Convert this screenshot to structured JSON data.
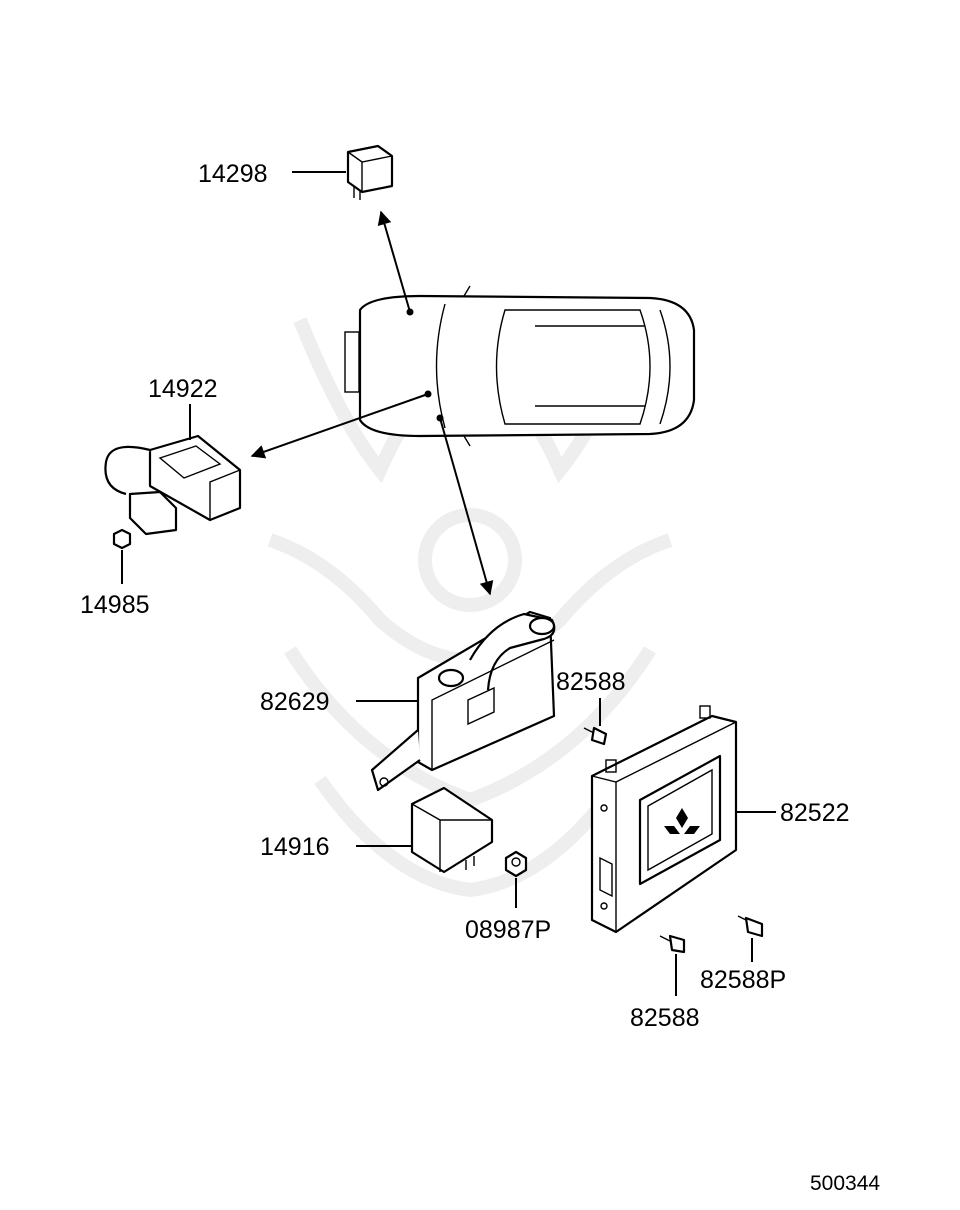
{
  "callouts": [
    {
      "id": "relay",
      "text": "14298"
    },
    {
      "id": "sensor",
      "text": "14922"
    },
    {
      "id": "nut-left",
      "text": "14985"
    },
    {
      "id": "bracket",
      "text": "82629"
    },
    {
      "id": "bolt-top",
      "text": "82588"
    },
    {
      "id": "ecu",
      "text": "82522"
    },
    {
      "id": "module",
      "text": "14916"
    },
    {
      "id": "nut-center",
      "text": "08987P"
    },
    {
      "id": "bolt-bottom",
      "text": "82588"
    },
    {
      "id": "bolt-bottom-right",
      "text": "82588P"
    }
  ],
  "figure_number": "500344",
  "icons": {
    "watermark": "samurai-helmet-watermark-icon",
    "emblem": "three-diamond-emblem-icon"
  },
  "colors": {
    "line": "#000000",
    "watermark": "#eeeeee",
    "background": "#ffffff"
  }
}
